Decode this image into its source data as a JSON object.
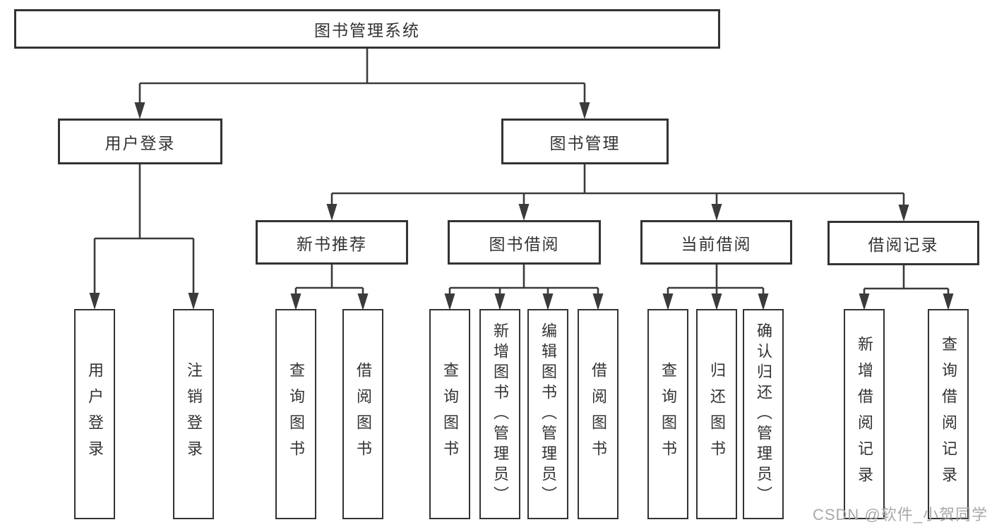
{
  "colors": {
    "background": "#ffffff",
    "line": "#3b3b3b",
    "box_border": "#333333",
    "text": "#333333",
    "watermark": "#a9a9a9"
  },
  "nodes": {
    "root": {
      "label": "图书管理系统"
    },
    "user_login": {
      "label": "用户登录"
    },
    "book_management": {
      "label": "图书管理"
    },
    "new_book_recommend": {
      "label": "新书推荐"
    },
    "book_borrowing": {
      "label": "图书借阅"
    },
    "current_borrowing": {
      "label": "当前借阅"
    },
    "borrowing_records": {
      "label": "借阅记录"
    },
    "leaf_user_login": {
      "label": "用户登录"
    },
    "leaf_logout": {
      "label": "注销登录"
    },
    "leaf_nbr_query_books": {
      "label": "查询图书"
    },
    "leaf_nbr_borrow_books": {
      "label": "借阅图书"
    },
    "leaf_bb_query_books": {
      "label": "查询图书"
    },
    "leaf_bb_add_books": {
      "label": "新增图书（管理员）"
    },
    "leaf_bb_edit_books": {
      "label": "编辑图书（管理员）"
    },
    "leaf_bb_borrow_books": {
      "label": "借阅图书"
    },
    "leaf_cb_query_books": {
      "label": "查询图书"
    },
    "leaf_cb_return_books": {
      "label": "归还图书"
    },
    "leaf_cb_confirm_return": {
      "label": "确认归还（管理员）"
    },
    "leaf_br_add_record": {
      "label": "新增借阅记录"
    },
    "leaf_br_query_record": {
      "label": "查询借阅记录"
    }
  },
  "watermark": {
    "text": "CSDN @软件_小贺同学"
  }
}
